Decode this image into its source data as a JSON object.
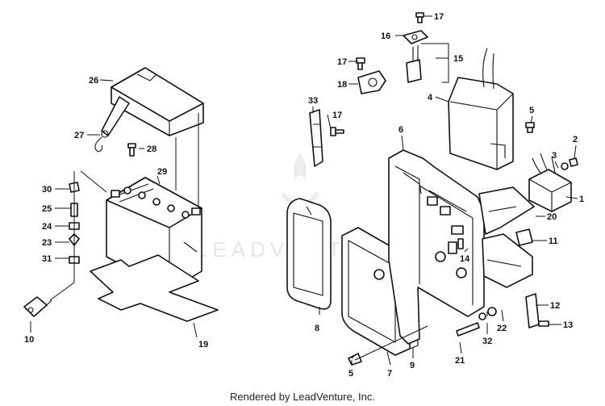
{
  "callouts": {
    "c1": "1",
    "c2": "2",
    "c3": "3",
    "c4": "4",
    "c5a": "5",
    "c5b": "5",
    "c6": "6",
    "c7": "7",
    "c8": "8",
    "c9": "9",
    "c10": "10",
    "c11": "11",
    "c12": "12",
    "c13": "13",
    "c14": "14",
    "c15": "15",
    "c16": "16",
    "c17a": "17",
    "c17b": "17",
    "c17c": "17",
    "c18": "18",
    "c19": "19",
    "c20": "20",
    "c21": "21",
    "c22": "22",
    "c23": "23",
    "c24": "24",
    "c25": "25",
    "c26": "26",
    "c27": "27",
    "c28": "28",
    "c29": "29",
    "c30": "30",
    "c31": "31",
    "c32": "32",
    "c33": "33"
  },
  "watermark": "LEADVENTURE",
  "credit": "Rendered by LeadVenture, Inc."
}
